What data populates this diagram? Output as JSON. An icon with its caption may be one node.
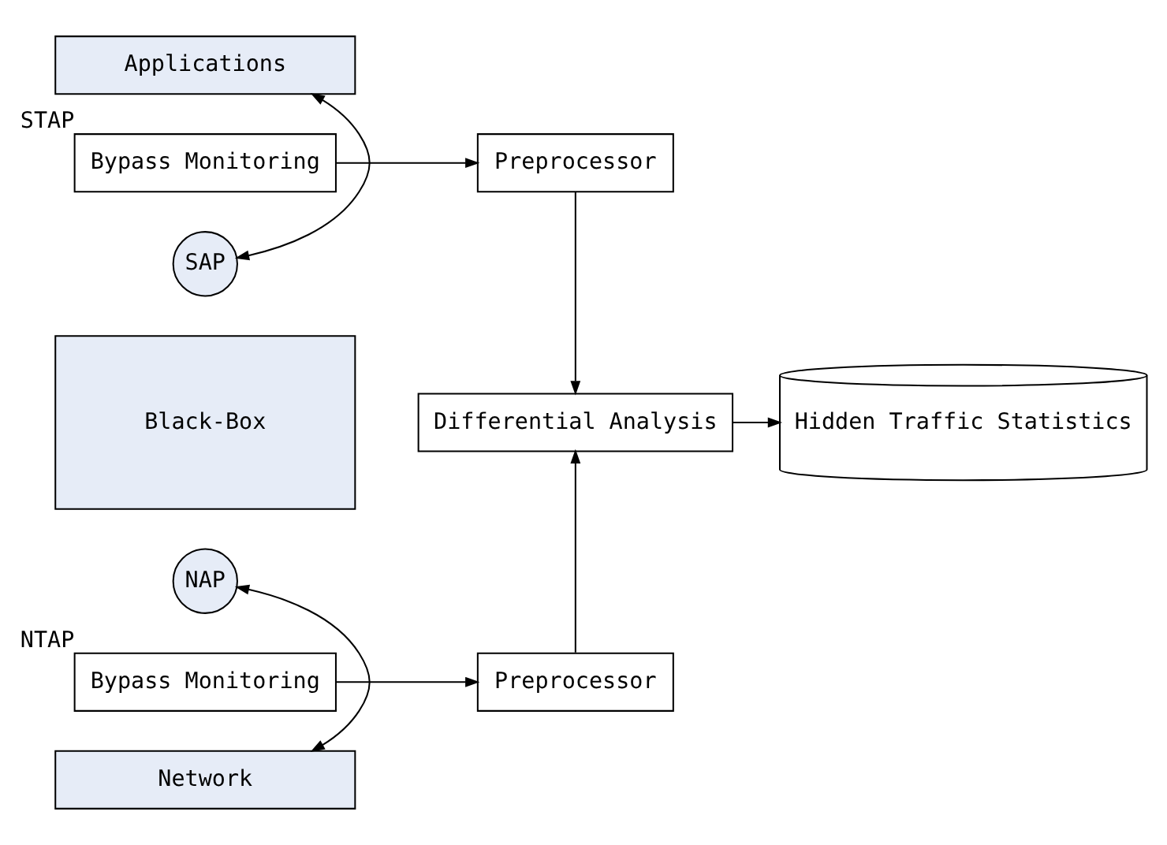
{
  "diagram": {
    "nodes": [
      {
        "text": [
          "Applications"
        ]
      },
      {
        "text": [
          "Bypass Monitoring"
        ],
        "beside": [
          "STAP"
        ]
      },
      {
        "text": [
          "Preprocessor"
        ]
      },
      {
        "text": [
          "SAP"
        ]
      },
      {
        "text": [
          "Black-Box"
        ]
      },
      {
        "text": [
          "Differential Analysis"
        ]
      },
      {
        "text": [
          "Hidden Traffic Statistics"
        ]
      },
      {
        "text": [
          "NAP"
        ]
      },
      {
        "text": [
          "Preprocessor"
        ]
      },
      {
        "text": [
          "Bypass Monitoring"
        ],
        "beside": [
          "NTAP"
        ]
      },
      {
        "text": [
          "Network"
        ]
      }
    ],
    "edges": [
      {
        "from": 0,
        "to": 3,
        "arrow": "both"
      },
      {
        "from": 1,
        "to": 2,
        "arrow": "to"
      },
      {
        "from": 2,
        "to": 5,
        "arrow": "to"
      },
      {
        "from": 5,
        "to": 6,
        "arrow": "to"
      },
      {
        "from": 8,
        "to": 5,
        "arrow": "to"
      },
      {
        "from": 9,
        "to": 8,
        "arrow": "to"
      },
      {
        "from": 7,
        "to": 10,
        "arrow": "both"
      }
    ]
  }
}
